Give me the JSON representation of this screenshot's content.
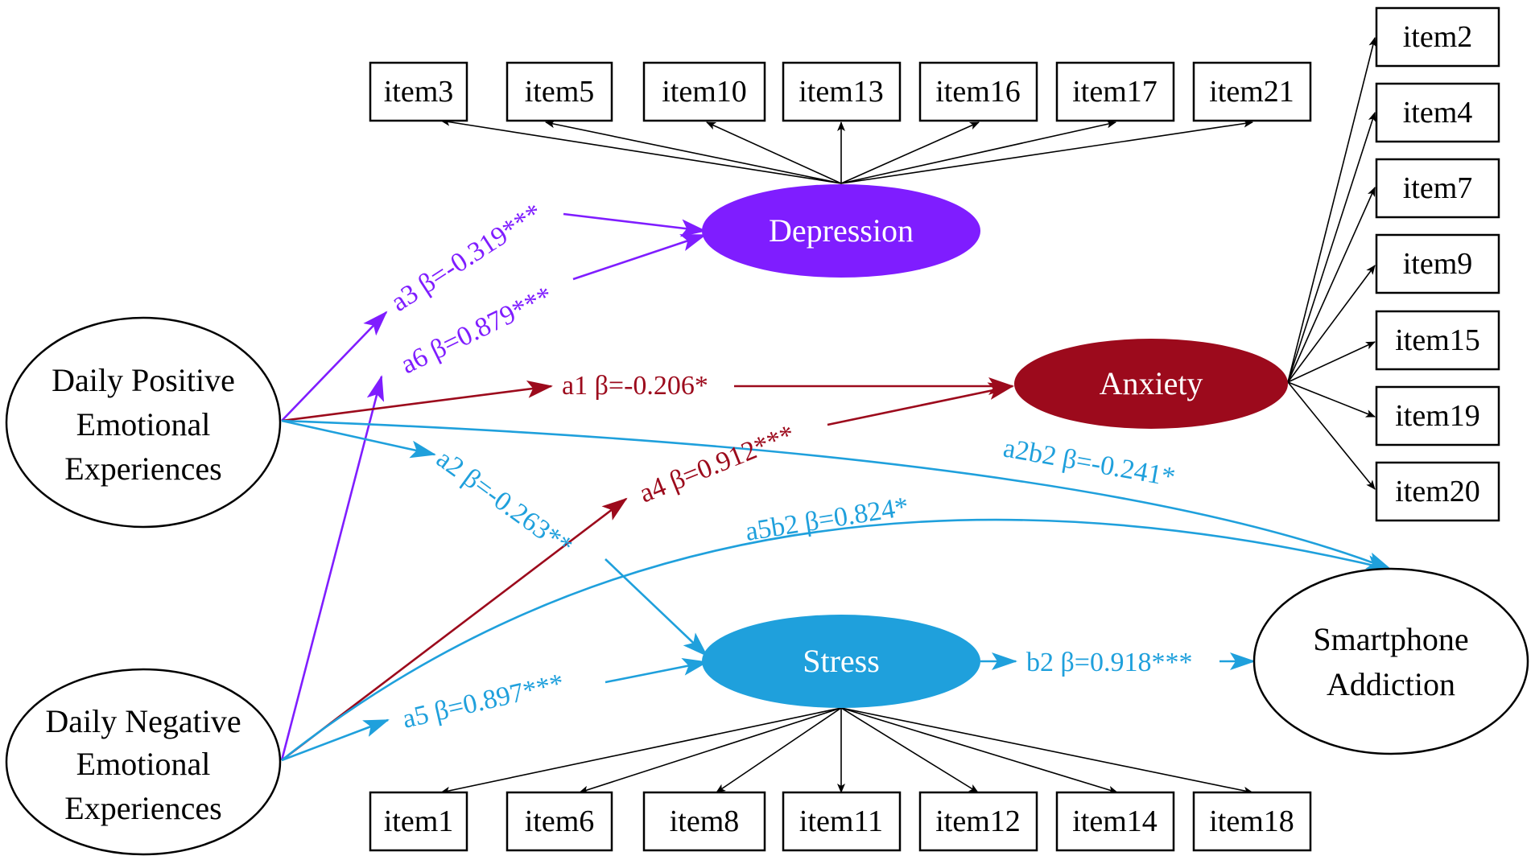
{
  "colors": {
    "purple": "#7F1DFF",
    "red": "#9C0A1C",
    "blue": "#1FA0DC",
    "black": "#000000"
  },
  "latent": {
    "dpe": [
      "Daily Positive",
      "Emotional",
      "Experiences"
    ],
    "dne": [
      "Daily Negative",
      "Emotional",
      "Experiences"
    ],
    "depression": "Depression",
    "anxiety": "Anxiety",
    "stress": "Stress",
    "sa": [
      "Smartphone",
      "Addiction"
    ]
  },
  "items": {
    "depression": [
      "item3",
      "item5",
      "item10",
      "item13",
      "item16",
      "item17",
      "item21"
    ],
    "anxiety": [
      "item2",
      "item4",
      "item7",
      "item9",
      "item15",
      "item19",
      "item20"
    ],
    "stress": [
      "item1",
      "item6",
      "item8",
      "item11",
      "item12",
      "item14",
      "item18"
    ]
  },
  "paths": {
    "a1": "a1 β=-0.206*",
    "a2": "a2 β=-0.263**",
    "a3": "a3 β=-0.319***",
    "a4": "a4 β=0.912***",
    "a5": "a5 β=0.897***",
    "a6": "a6 β=0.879***",
    "b2": "b2 β=0.918***",
    "a2b2": "a2b2 β=-0.241*",
    "a5b2": "a5b2 β=0.824*"
  }
}
